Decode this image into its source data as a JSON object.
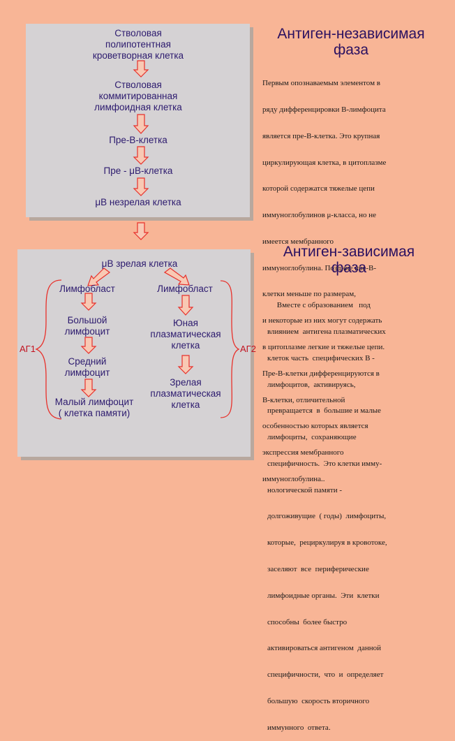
{
  "top_box": {
    "stem_cell": [
      "Стволовая",
      "полипотентная",
      "кроветворная клетка"
    ],
    "committed_cell": [
      "Стволовая",
      "коммитированная",
      "лимфоидная  клетка"
    ],
    "pre_b": "Пре-В-клетка",
    "pre_mu_b": "Пре - μВ-клетка",
    "immature": "μВ  незрелая клетка"
  },
  "bottom_box": {
    "mature": "μВ  зрелая клетка",
    "left_branch": {
      "lymphoblast": "Лимфобласт",
      "large": [
        "Большой",
        "лимфоцит"
      ],
      "medium": [
        "Средний",
        "лимфоцит"
      ],
      "small": [
        "Малый лимфоцит",
        "( клетка памяти)"
      ]
    },
    "right_branch": {
      "lymphoblast": "Лимфобласт",
      "young_plasma": [
        "Юная",
        "плазматическая",
        "клетка"
      ],
      "mature_plasma": [
        "Зрелая",
        "плазматическая",
        "клетка"
      ]
    },
    "ag1": "АГ1",
    "ag2": "АГ2"
  },
  "independent": {
    "title": [
      "Антиген-независимая",
      "фаза"
    ],
    "text": [
      "Первым опознаваемым элементом в",
      "ряду дифференцировки В-лимфоцита",
      "является пре-В-клетка. Это крупная",
      "циркулирующая клетка, в цитоплазме",
      "которой содержатся тяжелые цепи",
      "иммуноглобулинов μ-класса, но не",
      "имеется мембранного",
      "иммуноглобулина. Поздние пре-В-",
      "клетки меньше по размерам,",
      "и некоторые из них могут содержать",
      "в цитоплазме легкие и тяжелые цепи.",
      "Пре-В-клетки дифференцируются в",
      "В-клетки, отличительной",
      "особенностью которых является",
      "экспрессия мембранного",
      "иммуноглобулина.."
    ]
  },
  "dependent": {
    "title": [
      "Антиген-зависимая",
      "фаза"
    ],
    "text": [
      "     Вместе с образованием   под",
      "влиянием  антигена плазматических",
      "клеток часть  специфических В -",
      "лимфоцитов,  активируясь,",
      "превращается  в  большие и малые",
      "лимфоциты,  сохраняющие",
      "специфичность.  Это клетки имму-",
      "нологической памяти -",
      "долгоживущие  ( годы)  лимфоциты,",
      "которые,  рециркулируя в кровотоке,",
      "заселяют  все  периферические",
      "лимфоидные органы.  Эти  клетки",
      "способны  более быстро",
      "активироваться антигеном  данной",
      "специфичности,  что  и  определяет",
      "большую  скорость вторичного",
      "иммунного  ответа."
    ]
  }
}
